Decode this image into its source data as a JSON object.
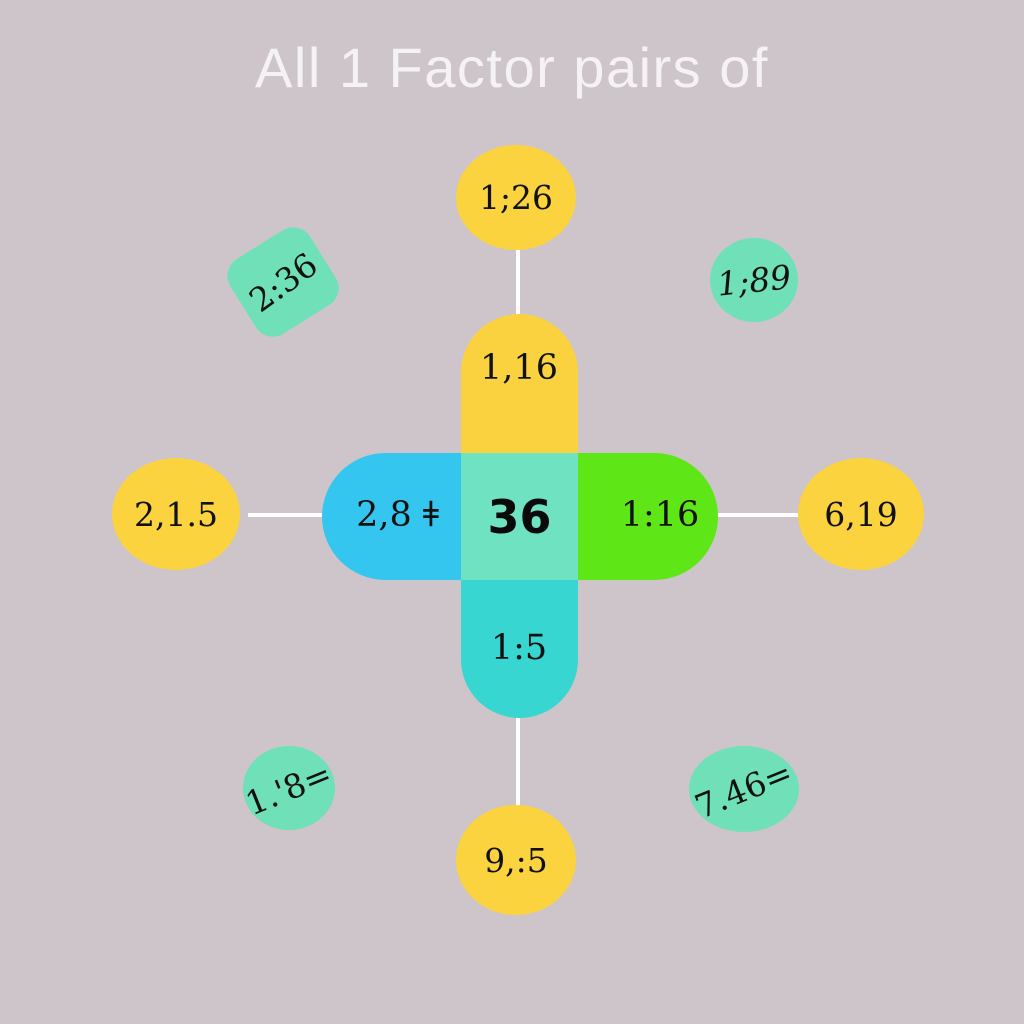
{
  "page": {
    "title": "All 1 Factor pairs of",
    "background_color": "#cdc5ca",
    "title_color": "#f6f2f4"
  },
  "diagram": {
    "type": "cross-factor-pair-diagram",
    "center": {
      "label": "36",
      "color": "#6fe2c2"
    },
    "arms": [
      {
        "position": "top",
        "label": "1,16",
        "color": "#fad23f"
      },
      {
        "position": "left",
        "label": "2,8 ǂ",
        "color": "#35c6f0"
      },
      {
        "position": "right",
        "label": "1:16",
        "color": "#5ee617"
      },
      {
        "position": "bottom",
        "label": "1:5",
        "color": "#37d6d0"
      }
    ],
    "nodes": [
      {
        "position": "top",
        "label": "1;26",
        "shape": "circle",
        "color": "#fbd33f"
      },
      {
        "position": "left",
        "label": "2,1.5",
        "shape": "circle",
        "color": "#fbd33f"
      },
      {
        "position": "right",
        "label": "6,19",
        "shape": "circle",
        "color": "#fbd33f"
      },
      {
        "position": "bottom",
        "label": "9,:5",
        "shape": "circle",
        "color": "#fbd33f"
      },
      {
        "position": "top-left",
        "label": "2:36",
        "shape": "rounded-square",
        "color": "#6fe0b7"
      },
      {
        "position": "top-right",
        "label": "1;89",
        "shape": "circle",
        "color": "#6fe0b7"
      },
      {
        "position": "bottom-left",
        "label": "1.'8=",
        "shape": "circle",
        "color": "#6fe0b7"
      },
      {
        "position": "bottom-right",
        "label": "7.46=",
        "shape": "circle",
        "color": "#6fe0b7"
      }
    ],
    "connector_color": "#ffffff"
  }
}
